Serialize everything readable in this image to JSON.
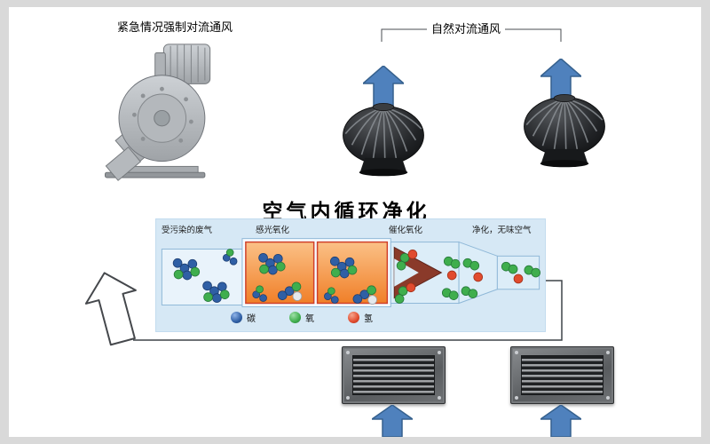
{
  "window": {
    "background": "#d9d9d9",
    "page_background": "#ffffff"
  },
  "labels": {
    "forced_vent": "紧急情况强制对流通风",
    "natural_vent": "自然对流通风",
    "purifier_title": "空气内循环净化"
  },
  "purifier": {
    "stages": [
      "受污染的废气",
      "感光氧化",
      "催化氧化",
      "净化，无味空气"
    ],
    "legend": [
      {
        "name": "碳",
        "color": "#2f5fa5"
      },
      {
        "name": "氧",
        "color": "#3fae4d"
      },
      {
        "name": "氢",
        "color": "#e14b2e"
      }
    ]
  },
  "colors": {
    "flow_arrow_fill": "#4f81bd",
    "flow_arrow_stroke": "#36618e",
    "panel_background": "#d6e8f5",
    "oxidation_box_border": "#d0402a",
    "loop_line": "#3f4449"
  }
}
